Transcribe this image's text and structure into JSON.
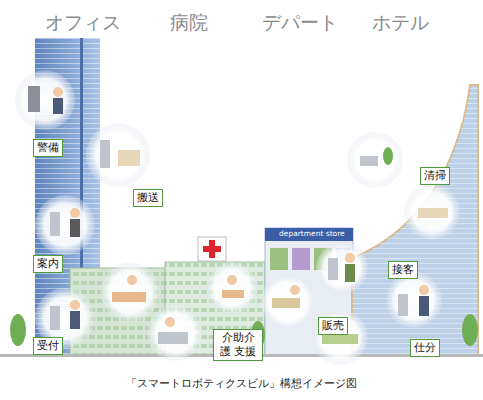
{
  "diagram": {
    "caption": "「スマートロボティクスビル」構想イメージ図",
    "nodes": [
      {
        "text": [
          "警備"
        ]
      },
      {
        "text": [
          "搬送"
        ]
      },
      {
        "text": [
          "案内"
        ]
      },
      {
        "text": [
          "受付"
        ]
      },
      {
        "text": [
          "介助介護 支援"
        ]
      },
      {
        "text": [
          "清掃"
        ]
      },
      {
        "text": [
          "接客"
        ]
      },
      {
        "text": [
          "販売"
        ]
      },
      {
        "text": [
          "仕分"
        ]
      }
    ],
    "labels": [
      "オフィス",
      "病院",
      "デパート",
      "ホテル",
      "department store"
    ]
  }
}
